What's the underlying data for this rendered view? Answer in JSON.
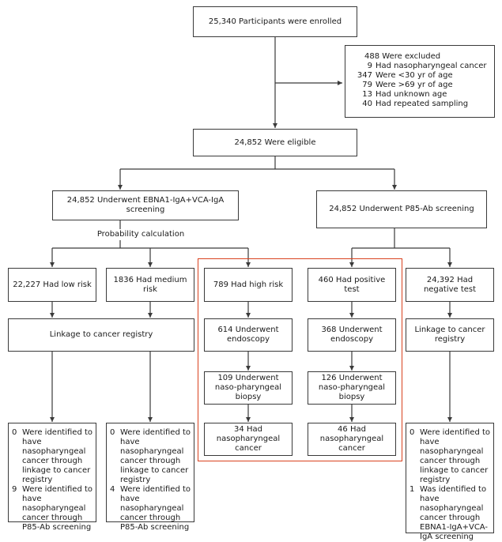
{
  "enrolled": "25,340 Participants were enrolled",
  "excluded": {
    "title": "488 Were excluded",
    "items": [
      {
        "num": "9",
        "text": "Had nasopharyngeal cancer"
      },
      {
        "num": "347",
        "text": "Were <30 yr of age"
      },
      {
        "num": "79",
        "text": "Were >69 yr of age"
      },
      {
        "num": "13",
        "text": "Had unknown age"
      },
      {
        "num": "40",
        "text": "Had repeated sampling"
      }
    ]
  },
  "eligible": "24,852 Were eligible",
  "ebna": "24,852 Underwent EBNA1-IgA+VCA-IgA screening",
  "p85": "24,852 Underwent P85-Ab screening",
  "prob_calc": "Probability calculation",
  "low_risk": "22,227 Had low risk",
  "medium_risk": "1836 Had medium risk",
  "high_risk": "789 Had high risk",
  "positive_test": "460 Had positive test",
  "negative_test": "24,392 Had negative test",
  "linkage_left": "Linkage to cancer registry",
  "linkage_right": "Linkage to cancer registry",
  "endo_high": "614 Underwent endoscopy",
  "endo_pos": "368 Underwent endoscopy",
  "biopsy_high": "109 Underwent naso-pharyngeal biopsy",
  "biopsy_pos": "126 Underwent naso-pharyngeal biopsy",
  "npc_high": "34 Had nasopharyngeal cancer",
  "npc_pos": "46 Had nasopharyngeal cancer",
  "out_low": [
    {
      "num": "0",
      "text": "Were identified to have nasopharyngeal cancer through linkage to cancer registry"
    },
    {
      "num": "9",
      "text": "Were identified to have nasopharyngeal cancer through P85-Ab screening"
    }
  ],
  "out_medium": [
    {
      "num": "0",
      "text": "Were identified to have nasopharyngeal cancer through linkage to cancer registry"
    },
    {
      "num": "4",
      "text": "Were identified to have nasopharyngeal cancer through P85-Ab screening"
    }
  ],
  "out_negative": [
    {
      "num": "0",
      "text": "Were identified to have nasopharyngeal cancer through linkage to cancer registry"
    },
    {
      "num": "1",
      "text": "Was identified to have nasopharyngeal cancer through EBNA1-IgA+VCA-IgA screening"
    }
  ],
  "colors": {
    "highlight": "#d9421f",
    "line": "#3a3a3a"
  }
}
